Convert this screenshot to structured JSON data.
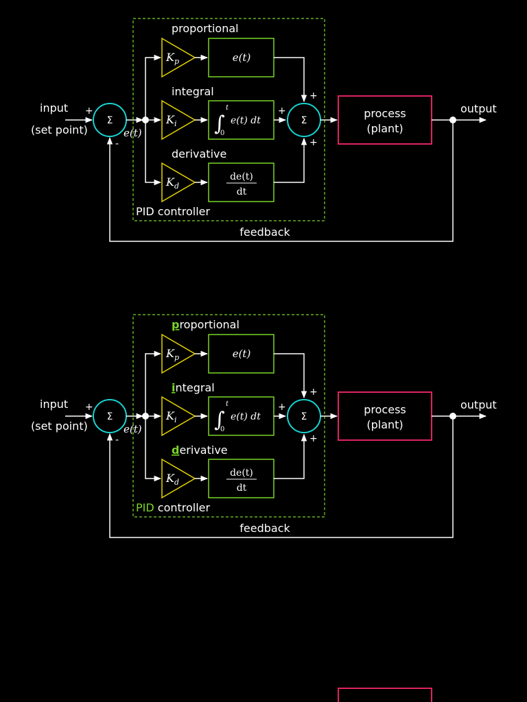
{
  "diagram_1": {
    "input_label": "input",
    "setpoint_label": "(set point)",
    "output_label": "output",
    "feedback_label": "feedback",
    "controller_label": "PID controller",
    "proportional_label": "proportional",
    "integral_label": "integral",
    "derivative_label": "derivative",
    "process_line1": "process",
    "process_line2": "(plant)",
    "sum_symbol": "Σ",
    "error_label": "e(t)",
    "plus": "+",
    "minus": "-",
    "kp": "K",
    "kp_sub": "p",
    "ki": "K",
    "ki_sub": "i",
    "kd": "K",
    "kd_sub": "d",
    "p_term": "e(t)",
    "i_term": "e(t) dt",
    "i_lower": "0",
    "i_upper": "t",
    "d_num": "de(t)",
    "d_den": "dt"
  },
  "diagram_2": {
    "input_label": "input",
    "setpoint_label": "(set point)",
    "output_label": "output",
    "feedback_label": "feedback",
    "controller_pid": "PID",
    "controller_rest": " controller",
    "proportional_first": "p",
    "proportional_rest": "roportional",
    "integral_first": "i",
    "integral_rest": "ntegral",
    "derivative_first": "d",
    "derivative_rest": "erivative",
    "process_line1": "process",
    "process_line2": "(plant)",
    "sum_symbol": "Σ",
    "error_label": "e(t)",
    "plus": "+",
    "minus": "-",
    "kp": "K",
    "kp_sub": "p",
    "ki": "K",
    "ki_sub": "i",
    "kd": "K",
    "kd_sub": "d",
    "p_term": "e(t)",
    "i_term": "e(t) dt",
    "i_lower": "0",
    "i_upper": "t",
    "d_num": "de(t)",
    "d_den": "dt"
  },
  "colors": {
    "background": "#000000",
    "summing_junction": "#19d3d3",
    "gain": "#e6d400",
    "term_box": "#7bd629",
    "process": "#e0245e",
    "highlight": "#7bd629"
  }
}
